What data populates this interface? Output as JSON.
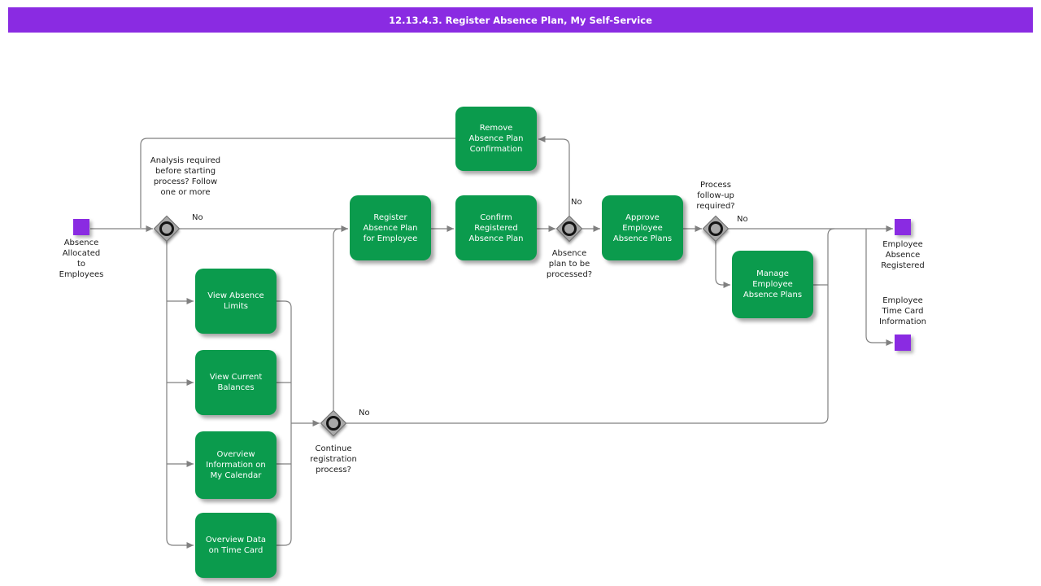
{
  "title": "12.13.4.3. Register Absence Plan, My Self-Service",
  "colors": {
    "accent_purple": "#8a2be2",
    "task_green": "#0b9b4d",
    "line_gray": "#808080",
    "gateway_gray": "#a8a8a8"
  },
  "events": {
    "start": {
      "label": "Absence\nAllocated\nto\nEmployees"
    },
    "end_absence": {
      "label": "Employee\nAbsence\nRegistered"
    },
    "end_timecard": {
      "label": "Employee\nTime Card\nInformation"
    }
  },
  "tasks": {
    "remove": {
      "label": "Remove\nAbsence Plan\nConfirmation"
    },
    "register": {
      "label": "Register\nAbsence Plan\nfor Employee"
    },
    "confirm": {
      "label": "Confirm\nRegistered\nAbsence Plan"
    },
    "approve": {
      "label": "Approve\nEmployee\nAbsence Plans"
    },
    "manage": {
      "label": "Manage\nEmployee\nAbsence Plans"
    },
    "view_limits": {
      "label": "View Absence\nLimits"
    },
    "view_balances": {
      "label": "View Current\nBalances"
    },
    "overview_calendar": {
      "label": "Overview\nInformation on\nMy Calendar"
    },
    "overview_timecard": {
      "label": "Overview Data\non Time Card"
    }
  },
  "gateways": {
    "analysis": {
      "question": "Analysis required\nbefore starting\nprocess? Follow\none or more",
      "no_label": "No"
    },
    "processed": {
      "question": "Absence\nplan to be\nprocessed?",
      "no_label": "No"
    },
    "followup": {
      "question": "Process\nfollow-up\nrequired?",
      "no_label": "No"
    },
    "continue": {
      "question": "Continue\nregistration\nprocess?",
      "no_label": "No"
    }
  }
}
